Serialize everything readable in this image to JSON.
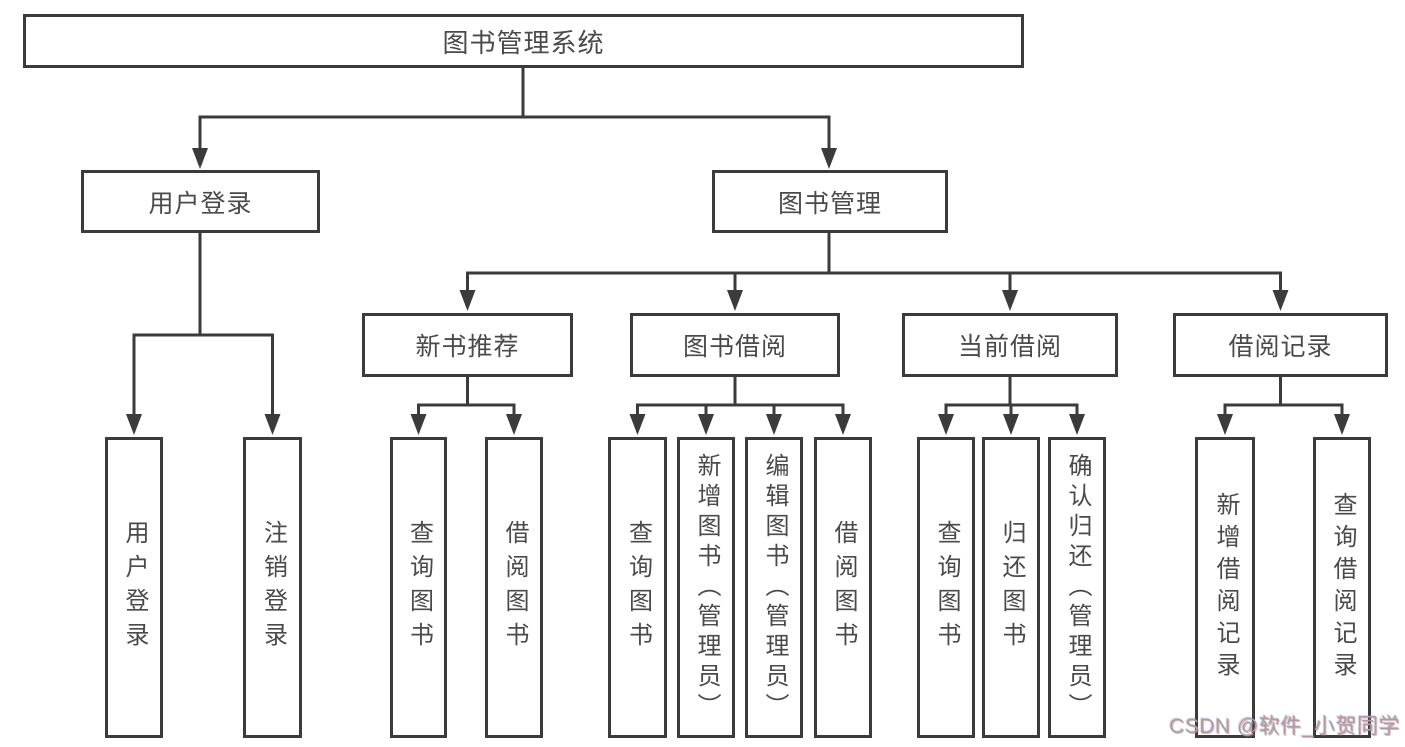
{
  "colors": {
    "line": "#3b3b3b",
    "text": "#4a4a4a",
    "background": "#ffffff",
    "watermark": "#a2a2a6"
  },
  "tree": {
    "label": "图书管理系统",
    "children": [
      {
        "label": "用户登录",
        "children": [
          {
            "label": "用户登录"
          },
          {
            "label": "注销登录"
          }
        ]
      },
      {
        "label": "图书管理",
        "children": [
          {
            "label": "新书推荐",
            "children": [
              {
                "label": "查询图书"
              },
              {
                "label": "借阅图书"
              }
            ]
          },
          {
            "label": "图书借阅",
            "children": [
              {
                "label": "查询图书"
              },
              {
                "label": "新增图书（管理员）"
              },
              {
                "label": "编辑图书（管理员）"
              },
              {
                "label": "借阅图书"
              }
            ]
          },
          {
            "label": "当前借阅",
            "children": [
              {
                "label": "查询图书"
              },
              {
                "label": "归还图书"
              },
              {
                "label": "确认归还（管理员）"
              }
            ]
          },
          {
            "label": "借阅记录",
            "children": [
              {
                "label": "新增借阅记录"
              },
              {
                "label": "查询借阅记录"
              }
            ]
          }
        ]
      }
    ]
  },
  "watermark": {
    "text": "CSDN @软件_小贺同学"
  }
}
